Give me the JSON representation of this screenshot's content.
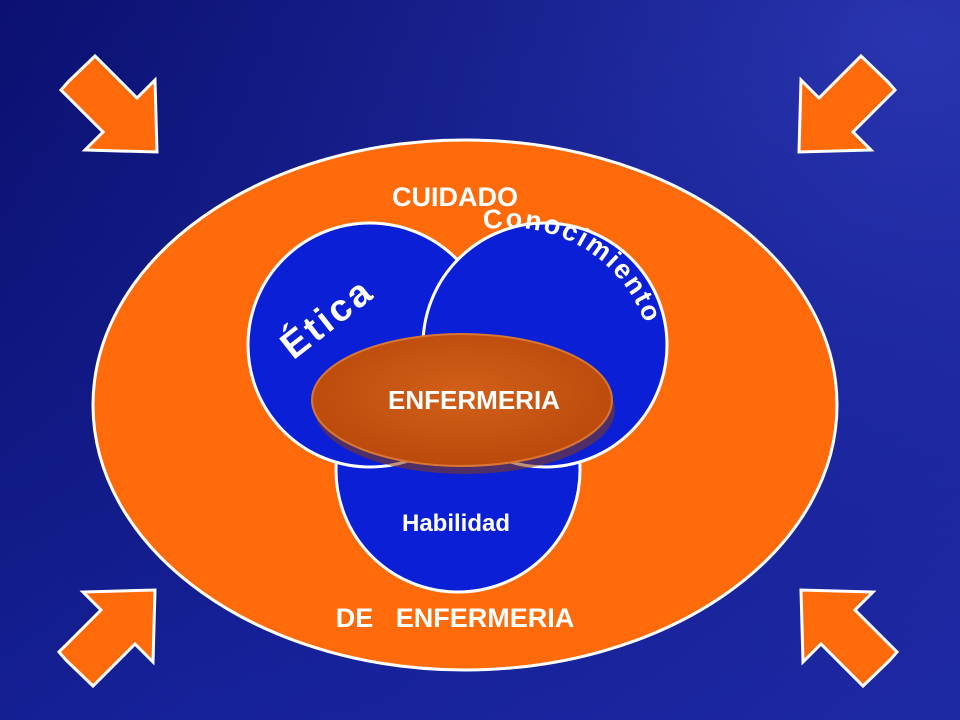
{
  "slide": {
    "outer_label_top": "CUIDADO",
    "outer_label_bottom": "DE   ENFERMERIA",
    "circles": [
      {
        "id": "etica",
        "label": "Ética"
      },
      {
        "id": "conocimiento",
        "label": "Conocimiento"
      },
      {
        "id": "habilidad",
        "label": "Habilidad"
      }
    ],
    "center_label": "ENFERMERIA",
    "arrows": [
      "arrow-down-right-icon",
      "arrow-down-left-icon",
      "arrow-up-right-icon",
      "arrow-up-left-icon"
    ]
  },
  "colors": {
    "background_dark": "#0a0f6e",
    "background_light": "#2f3bb8",
    "orange": "#ff6a0a",
    "blue_circle": "#0a1fd6",
    "center_oval": "#c4520e",
    "stroke": "#ffffff"
  }
}
